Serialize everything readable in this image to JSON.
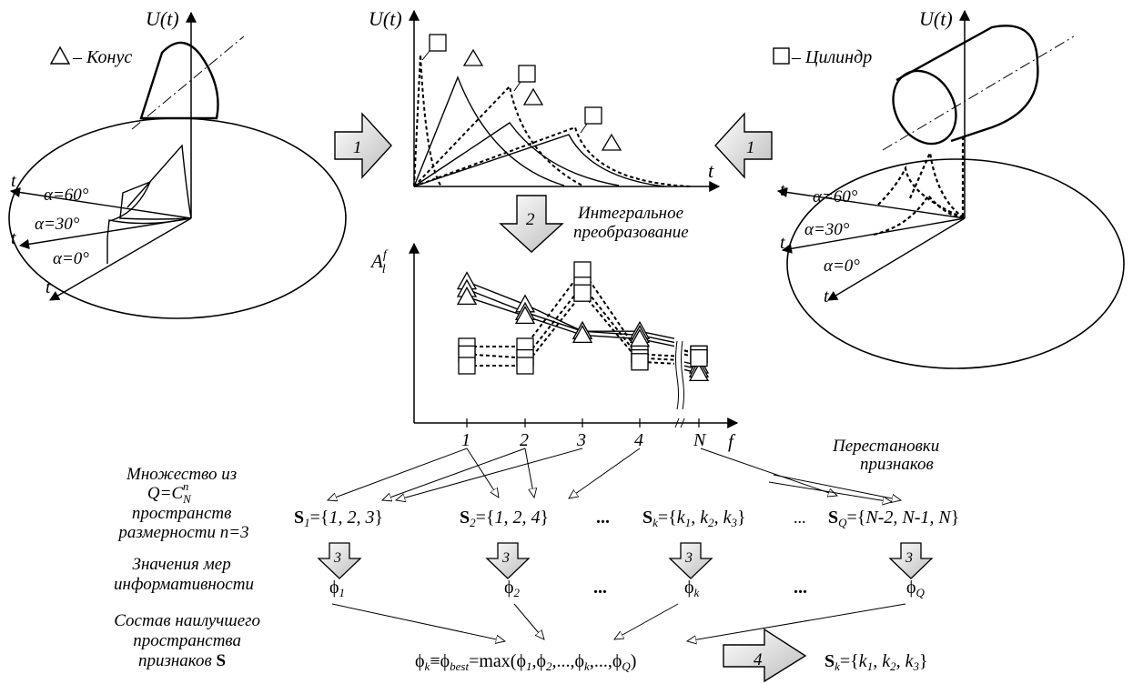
{
  "left_panel": {
    "legend_symbol": "△",
    "legend_text": "– Конус",
    "axis_label": "U(t)",
    "axis_t": "t",
    "angle_labels": [
      "α=60°",
      "α=30°",
      "α=0°"
    ]
  },
  "right_panel": {
    "legend_symbol": "□",
    "legend_text": "– Цилиндр",
    "axis_label": "U(t)",
    "axis_t": "t",
    "angle_labels": [
      "α=60°",
      "α=30°",
      "α=0°"
    ]
  },
  "top_chart": {
    "y_label": "U(t)",
    "x_label": "t"
  },
  "step_numbers": [
    "1",
    "1",
    "2",
    "3",
    "3",
    "3",
    "3",
    "4"
  ],
  "integral_label": [
    "Интегральное",
    "преобразование"
  ],
  "feature_chart": {
    "y_label_main": "A",
    "y_label_sup": "f",
    "y_label_sub": "l",
    "x_label": "f",
    "tick_labels": [
      "1",
      "2",
      "3",
      "4",
      "N"
    ]
  },
  "chart_data": {
    "type": "line",
    "x": [
      "1",
      "2",
      "3",
      "4",
      "N"
    ],
    "series": [
      {
        "name": "△",
        "values": [
          3.7,
          3.1,
          2.4,
          2.4,
          1.5
        ]
      },
      {
        "name": "△",
        "values": [
          3.5,
          2.9,
          2.4,
          2.3,
          1.4
        ]
      },
      {
        "name": "△",
        "values": [
          3.3,
          2.8,
          2.3,
          2.2,
          1.3
        ]
      },
      {
        "name": "□",
        "values": [
          2.0,
          2.0,
          4.0,
          1.8,
          1.8
        ]
      },
      {
        "name": "□",
        "values": [
          1.8,
          1.7,
          3.6,
          1.7,
          1.8
        ]
      },
      {
        "name": "□",
        "values": [
          1.5,
          1.5,
          3.4,
          1.6,
          1.7
        ]
      }
    ]
  },
  "left_labels": {
    "mnozhestvo": [
      "Множество из",
      "Q=C",
      "N",
      "n",
      "пространств",
      "размерности n=3"
    ],
    "znacheniya": [
      "Значения мер",
      "информативности"
    ],
    "sostav": [
      "Состав наилучшего",
      "пространства",
      "признаков ",
      "S"
    ]
  },
  "permutations_label": [
    "Перестановки",
    "признаков"
  ],
  "sets": [
    {
      "S": "S",
      "sub": "1",
      "eq": "={",
      "body": "1, 2, 3",
      "close": "}"
    },
    {
      "S": "S",
      "sub": "2",
      "eq": "={",
      "body": "1, 2, 4",
      "close": "}"
    },
    {
      "S": "S",
      "sub": "k",
      "eq": "={",
      "body": "k",
      "close": "}"
    },
    {
      "S": "S",
      "sub": "Q",
      "eq": "={",
      "body": "N-2, N-1, N",
      "close": "}"
    }
  ],
  "set_k_parts": [
    "k",
    "1",
    ", k",
    "2",
    ", k",
    "3"
  ],
  "ellipsis": [
    "...",
    "...",
    "...",
    "..."
  ],
  "phis": [
    {
      "phi": "ϕ",
      "sub": "1"
    },
    {
      "phi": "ϕ",
      "sub": "2"
    },
    {
      "phi": "ϕ",
      "sub": "k"
    },
    {
      "phi": "ϕ",
      "sub": "Q"
    }
  ],
  "formula": {
    "phi_k": "ϕ",
    "k": "k",
    "equiv": "≡ϕ",
    "best": "best",
    "max": "=max(ϕ",
    "rest": ",ϕ",
    "dots": ",...,ϕ",
    "dots2": ",...,ϕ",
    "close": ")",
    "s1": "1",
    "s2": "2",
    "sk": "k",
    "sQ": "Q"
  },
  "result_set": {
    "S": "S",
    "sub": "k",
    "eq": "={",
    "body_parts": [
      "k",
      "1",
      ", k",
      "2",
      ", k",
      "3"
    ],
    "close": "}"
  }
}
